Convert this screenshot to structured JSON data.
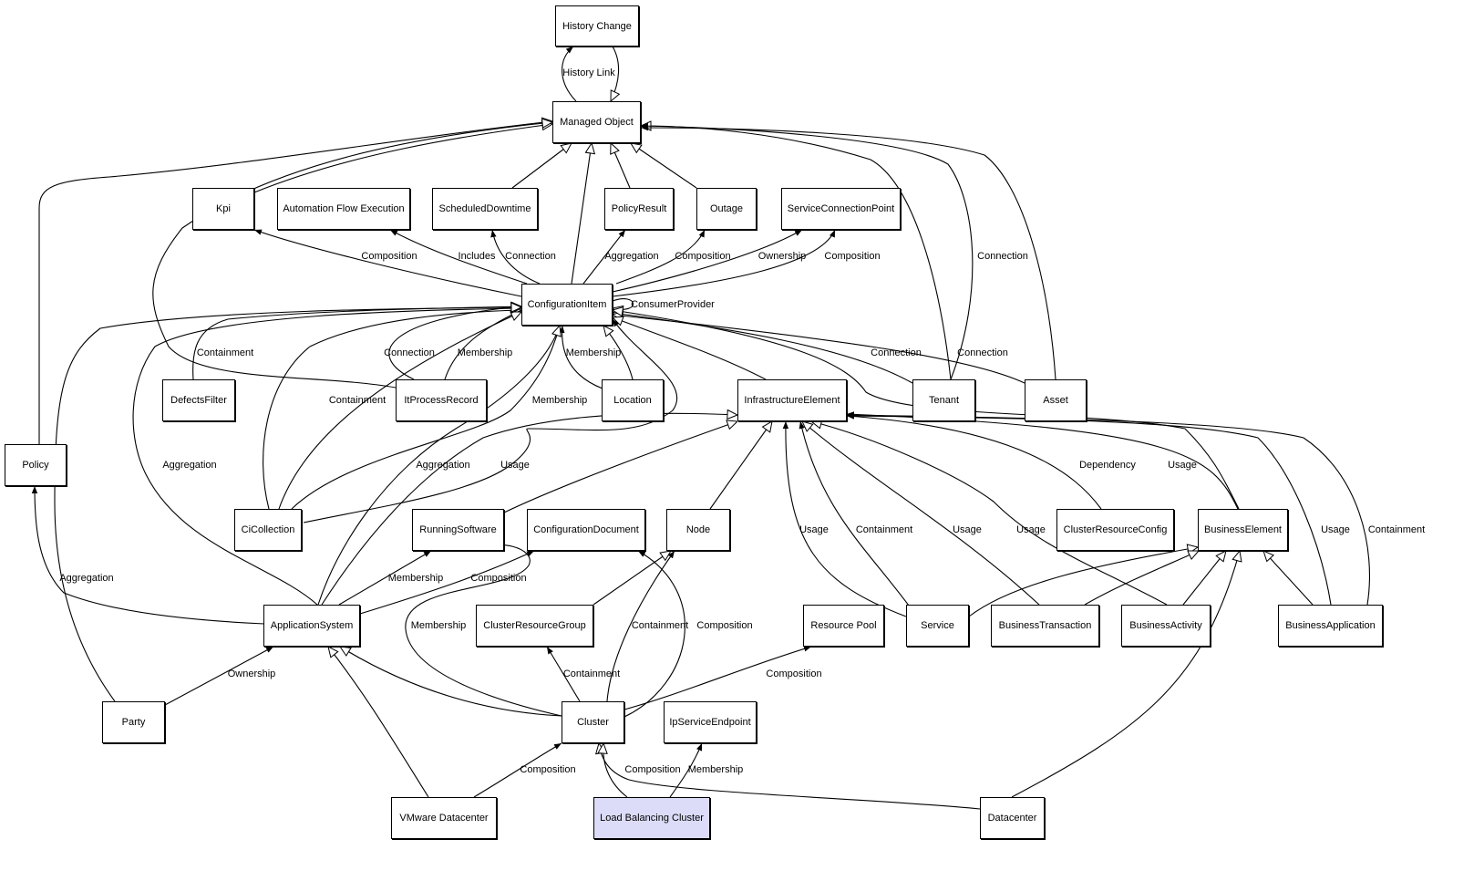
{
  "colors": {
    "line": "#000000",
    "node_fill": "#ffffff",
    "focus_fill": "#dcdcf8"
  },
  "nodes": {
    "historychange": "History Change",
    "managedobject": "Managed Object",
    "kpi": "Kpi",
    "automationflow": "Automation Flow Execution",
    "scheduleddowntime": "ScheduledDowntime",
    "policyresult": "PolicyResult",
    "outage": "Outage",
    "serviceconnectionpoint": "ServiceConnectionPoint",
    "configurationitem": "ConfigurationItem",
    "defectsfilter": "DefectsFilter",
    "itprocessrecord": "ItProcessRecord",
    "location": "Location",
    "infrastructureelement": "InfrastructureElement",
    "tenant": "Tenant",
    "asset": "Asset",
    "policy": "Policy",
    "cicollection": "CiCollection",
    "runningsoftware": "RunningSoftware",
    "configurationdocument": "ConfigurationDocument",
    "node": "Node",
    "clusterresourceconfig": "ClusterResourceConfig",
    "businesselement": "BusinessElement",
    "applicationsystem": "ApplicationSystem",
    "clusterresourcegroup": "ClusterResourceGroup",
    "resourcepool": "Resource Pool",
    "service": "Service",
    "businesstransaction": "BusinessTransaction",
    "businessactivity": "BusinessActivity",
    "businessapplication": "BusinessApplication",
    "party": "Party",
    "cluster": "Cluster",
    "ipserviceendpoint": "IpServiceEndpoint",
    "vmwaredatacenter": "VMware Datacenter",
    "loadbalancingcluster": "Load Balancing Cluster",
    "datacenter": "Datacenter"
  },
  "focus_node": "loadbalancingcluster",
  "edge_labels": {
    "history_link": "History Link",
    "kpi_composition": "Composition",
    "includes": "Includes",
    "sd_connection": "Connection",
    "aggregation_pr": "Aggregation",
    "outage_composition": "Composition",
    "ownership_scp": "Ownership",
    "scp_composition": "Composition",
    "consumer_provider": "ConsumerProvider",
    "tenant_mo_connection": "Connection",
    "defects_containment": "Containment",
    "itpr_connection": "Connection",
    "itpr_membership": "Membership",
    "location_membership": "Membership",
    "tenant_ci_connection": "Connection",
    "asset_connection": "Connection",
    "cic_containment": "Containment",
    "cic_membership": "Membership",
    "appsys_aggregation": "Aggregation",
    "cic_aggregation": "Aggregation",
    "appsys_usage": "Usage",
    "dependency": "Dependency",
    "be_usage": "Usage",
    "service_usage": "Usage",
    "service_containment": "Containment",
    "bt_usage": "Usage",
    "ba_usage_ie": "Usage",
    "bapp_usage": "Usage",
    "bapp_containment": "Containment",
    "party_aggregation": "Aggregation",
    "rs_membership": "Membership",
    "cd_composition": "Composition",
    "cluster_membership": "Membership",
    "node_containment": "Containment",
    "cluster_cd_composition": "Composition",
    "crg_containment": "Containment",
    "rp_composition": "Composition",
    "party_ownership": "Ownership",
    "vmw_composition": "Composition",
    "dc_composition": "Composition",
    "lbc_membership": "Membership"
  }
}
